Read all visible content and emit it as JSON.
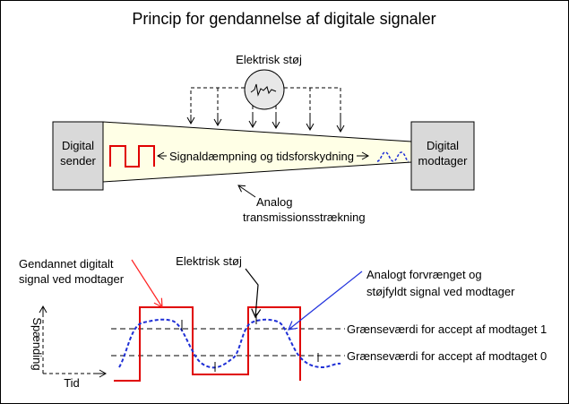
{
  "title": "Princip for gendannelse af digitale signaler",
  "noise_source_label": "Elektrisk støj",
  "sender": {
    "line1": "Digital",
    "line2": "sender"
  },
  "receiver": {
    "line1": "Digital",
    "line2": "modtager"
  },
  "attenuation_label": "Signaldæmpning og tidsforskydning",
  "channel_label": {
    "line1": "Analog",
    "line2": "transmissionsstrækning"
  },
  "lower": {
    "regenerated_label": {
      "line1": "Gendannet digitalt",
      "line2": "signal ved modtager"
    },
    "noise_label": "Elektrisk støj",
    "distorted_label": {
      "line1": "Analogt  forvrænget og",
      "line2": "støjfyldt signal ved modtager"
    },
    "threshold_1": "Grænseværdi for accept af modtaget 1",
    "threshold_0": "Grænseværdi for accept af modtaget 0",
    "y_axis": "Spænding",
    "x_axis": "Tid"
  },
  "colors": {
    "digital": "#e00000",
    "analog": "#1f2fd6",
    "box": "#d9d9d9",
    "channel": "#ffffe6",
    "pointer_blue": "#2233dd",
    "pointer_red": "#ff2222"
  }
}
